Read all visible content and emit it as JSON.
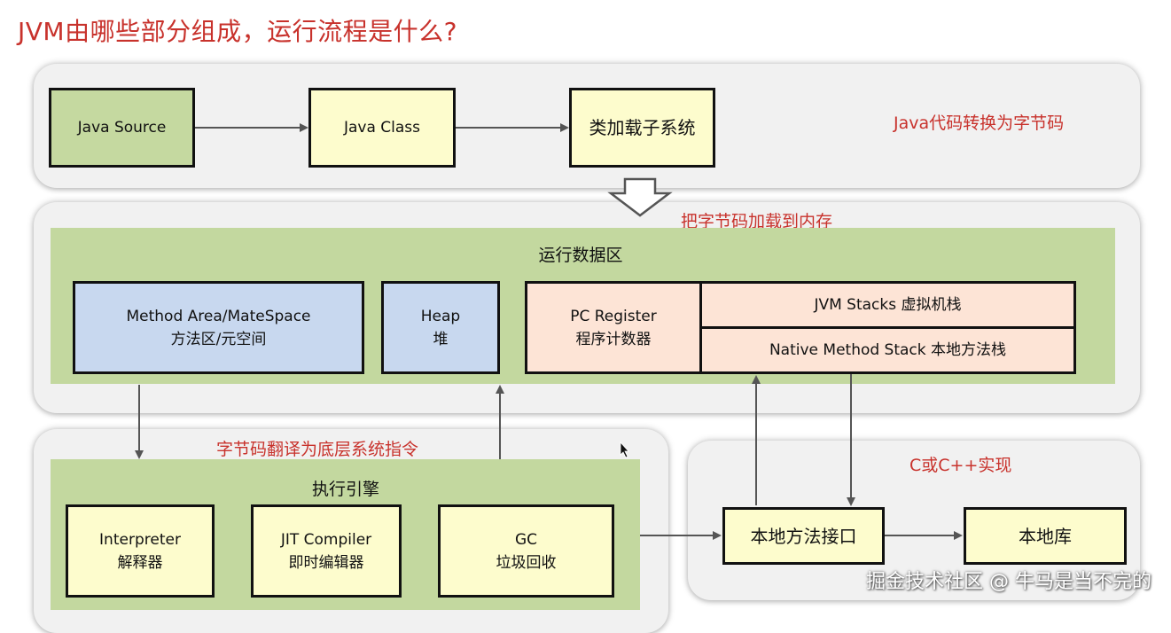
{
  "title": "JVM由哪些部分组成，运行流程是什么?",
  "top_section": {
    "java_source": "Java Source",
    "java_class": "Java Class",
    "class_loader": "类加载子系统",
    "annotation": "Java代码转换为字节码"
  },
  "load_annotation": "把字节码加载到内存",
  "runtime_area": {
    "title": "运行数据区",
    "method_area": {
      "line1": "Method Area/MateSpace",
      "line2": "方法区/元空间"
    },
    "heap": {
      "line1": "Heap",
      "line2": "堆"
    },
    "pc_register": {
      "line1": "PC Register",
      "line2": "程序计数器"
    },
    "jvm_stacks": "JVM Stacks 虚拟机栈",
    "native_stack": "Native Method Stack 本地方法栈"
  },
  "translate_annotation": "字节码翻译为底层系统指令",
  "engine": {
    "title": "执行引擎",
    "interpreter": {
      "line1": "Interpreter",
      "line2": "解释器"
    },
    "jit": {
      "line1": "JIT Compiler",
      "line2": "即时编辑器"
    },
    "gc": {
      "line1": "GC",
      "line2": "垃圾回收"
    }
  },
  "native_section": {
    "annotation": "C或C++实现",
    "interface": "本地方法接口",
    "library": "本地库"
  },
  "watermark": "掘金技术社区 @ 牛马是当不完的"
}
